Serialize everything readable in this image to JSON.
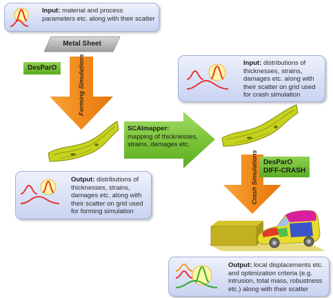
{
  "input_box_top": {
    "title": "Input:",
    "text": "material and process parameters etc. along with their scatter"
  },
  "metal_sheet": "Metal Sheet",
  "despar_tag_left": "DesParO",
  "forming_label": "Forming Simulations",
  "scai_mapper": {
    "title": "SCAImapper:",
    "text": "mapping of thicknesses, strains, damages etc."
  },
  "output_box_left": {
    "title": "Output:",
    "text": "distributions of thicknesses, strains, damages etc. along with their scatter on grid used for forming simulation"
  },
  "input_box_right": {
    "title": "Input:",
    "text": "distributions of thicknesses, strains, damages etc. along with their scatter on grid used for crash simulation"
  },
  "despar_tag_right": {
    "line1": "DesParO",
    "line2": "DIFF-CRASH"
  },
  "crash_label": "Crash Simulations",
  "output_box_bottom": {
    "title": "Output:",
    "text": "local displacements etc. and optimization criteria (e.g. intrusion, total mass, robustness etc.) along with their scatter"
  },
  "colors": {
    "arrow_orange": "#f28a1c",
    "arrow_green": "#7cc53a",
    "part_yellow": "#c6d21e",
    "curve_red": "#e53333",
    "curve_green": "#2fa82f",
    "curve_orange": "#f39a21"
  }
}
